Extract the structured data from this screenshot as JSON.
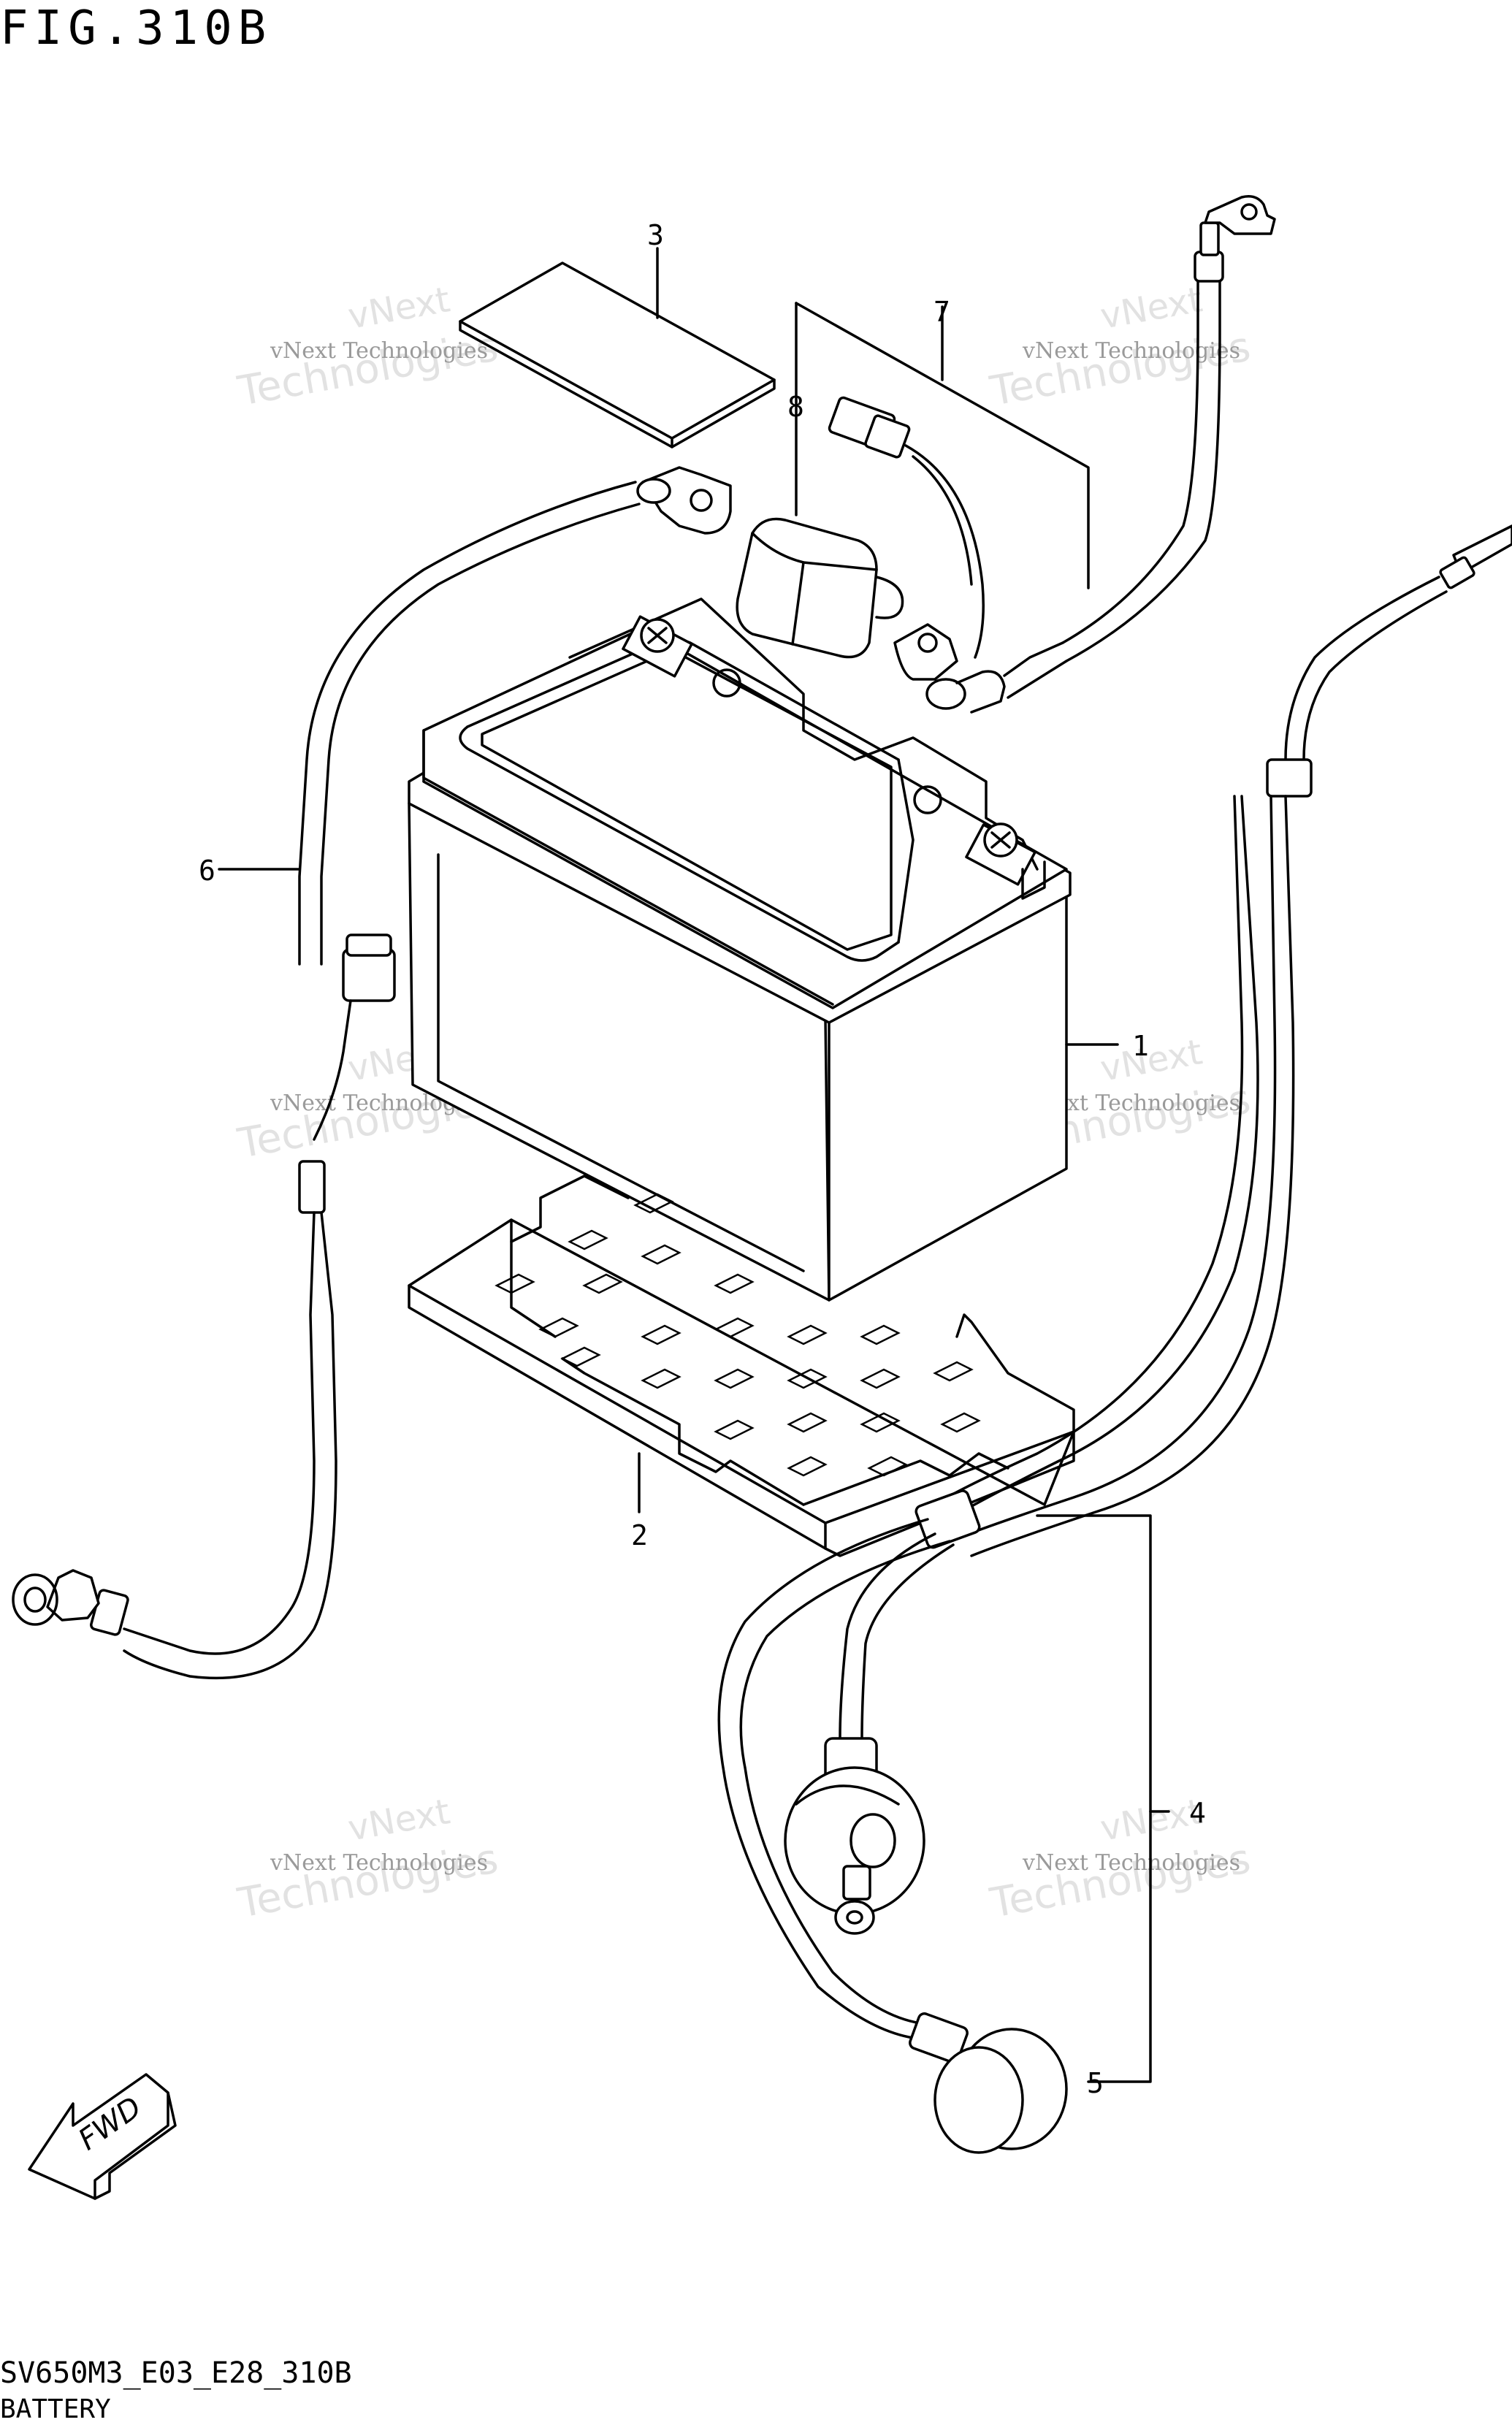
{
  "figure": {
    "title": "FIG.310B"
  },
  "footer": {
    "code": "SV650M3_E03_E28_310B",
    "name": "BATTERY"
  },
  "watermark": {
    "line1": "vNext",
    "line2": "vNext Technologies",
    "line3": "Technologies"
  },
  "fwd_label": "FWD",
  "callouts": [
    {
      "id": "callout-1",
      "label": "1"
    },
    {
      "id": "callout-2",
      "label": "2"
    },
    {
      "id": "callout-3",
      "label": "3"
    },
    {
      "id": "callout-4",
      "label": "4"
    },
    {
      "id": "callout-5",
      "label": "5"
    },
    {
      "id": "callout-6",
      "label": "6"
    },
    {
      "id": "callout-7",
      "label": "7"
    },
    {
      "id": "callout-8",
      "label": "8"
    }
  ]
}
